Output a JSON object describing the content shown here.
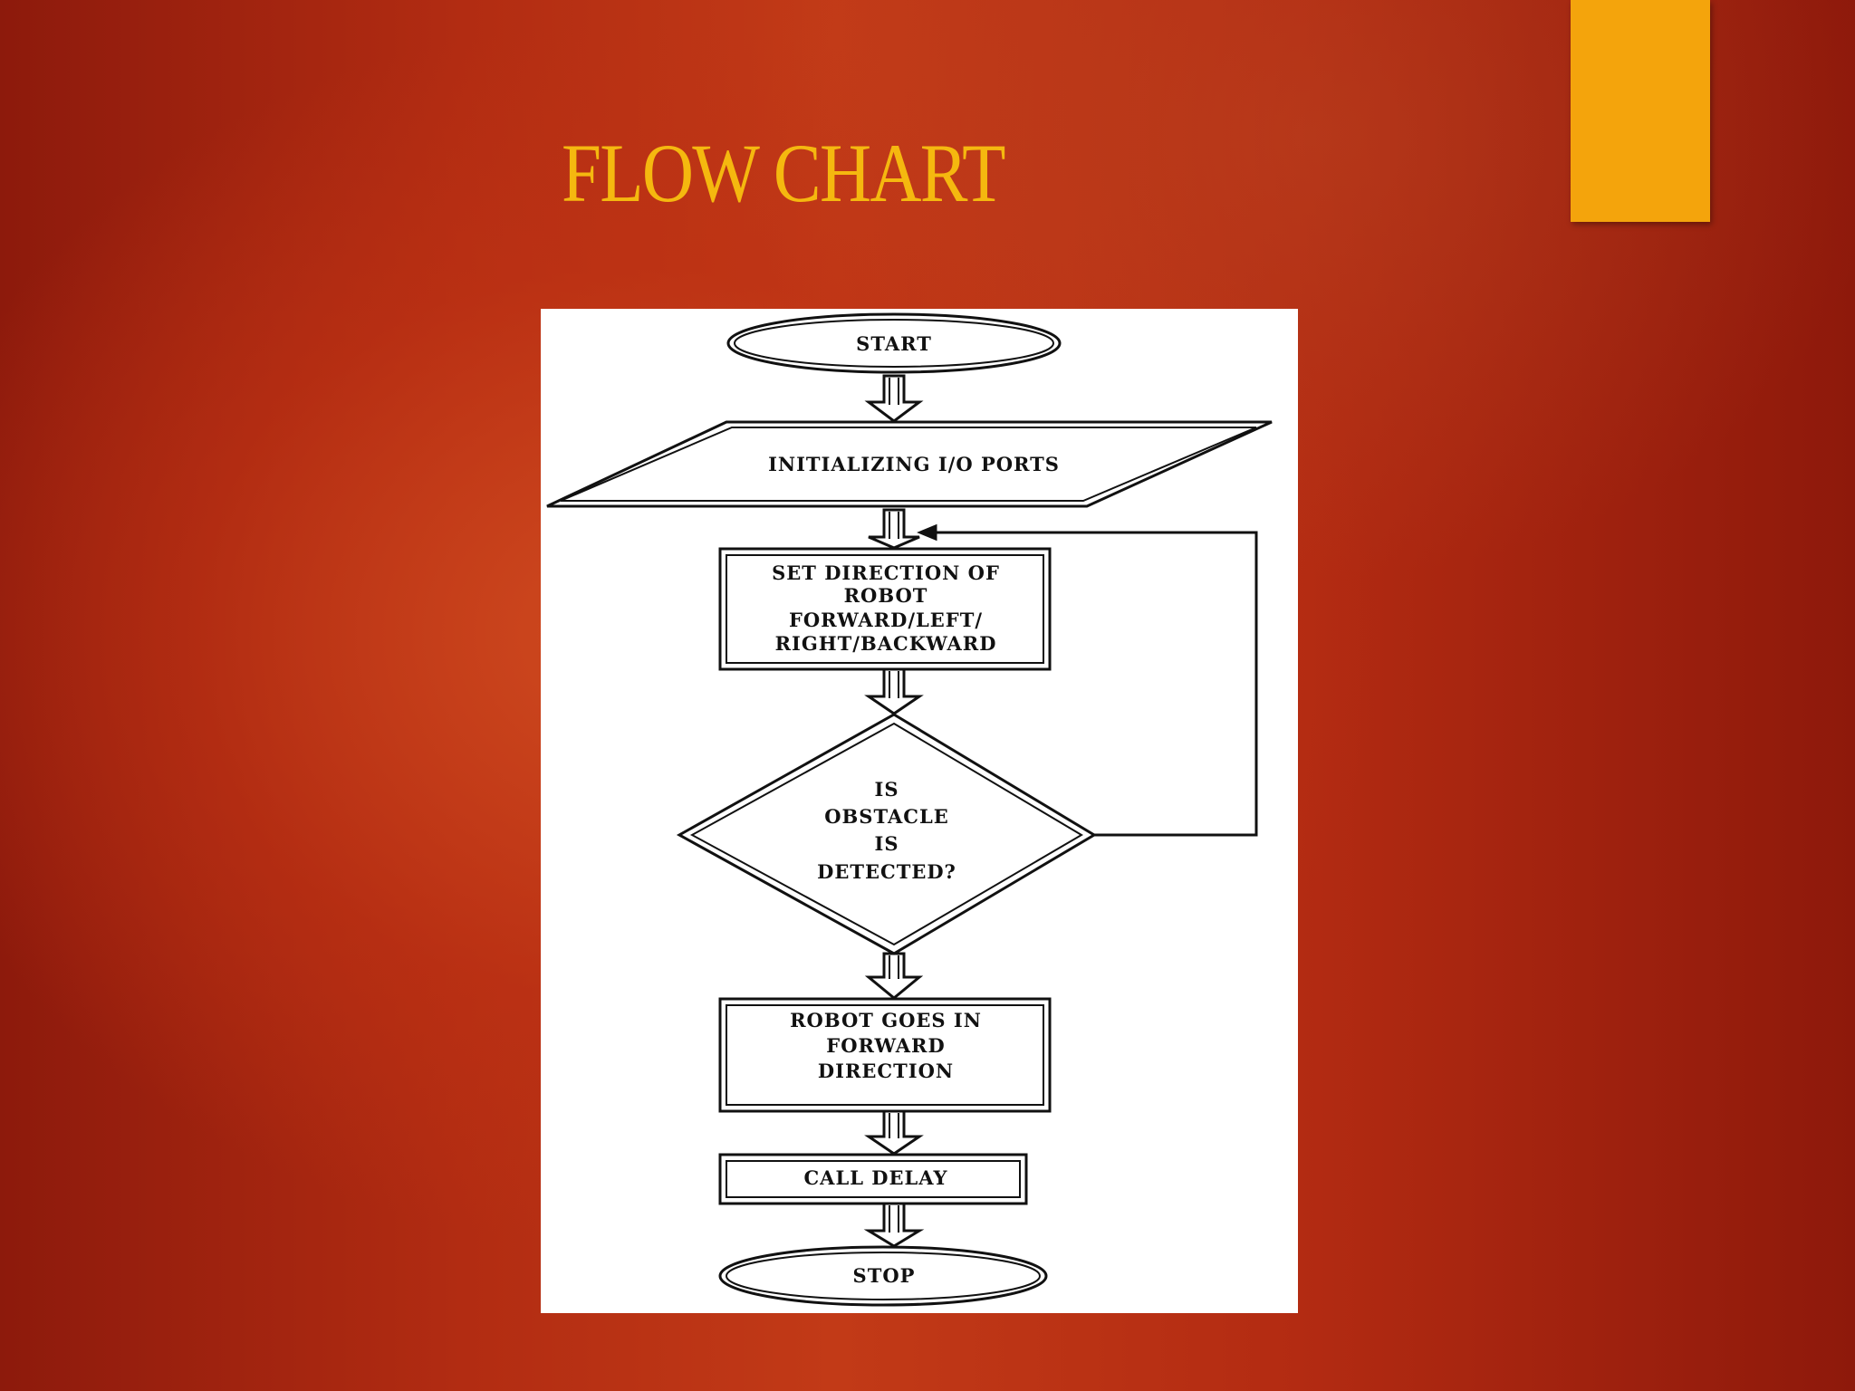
{
  "slide": {
    "title": "FLOW CHART",
    "colors": {
      "title": "#f5b80f",
      "accent_tab": "#f4a40c",
      "background": "#c23a17",
      "chart_background": "#ffffff",
      "chart_stroke": "#111111"
    }
  },
  "flowchart": {
    "start": "START",
    "init": "INITIALIZING I/O PORTS",
    "set_direction": [
      "SET DIRECTION OF",
      "ROBOT",
      "FORWARD/LEFT/",
      "RIGHT/BACKWARD"
    ],
    "decision": [
      "IS",
      "OBSTACLE",
      "IS",
      "DETECTED?"
    ],
    "forward": [
      "ROBOT GOES IN",
      "FORWARD",
      "DIRECTION"
    ],
    "delay": "CALL DELAY",
    "stop": "STOP"
  }
}
